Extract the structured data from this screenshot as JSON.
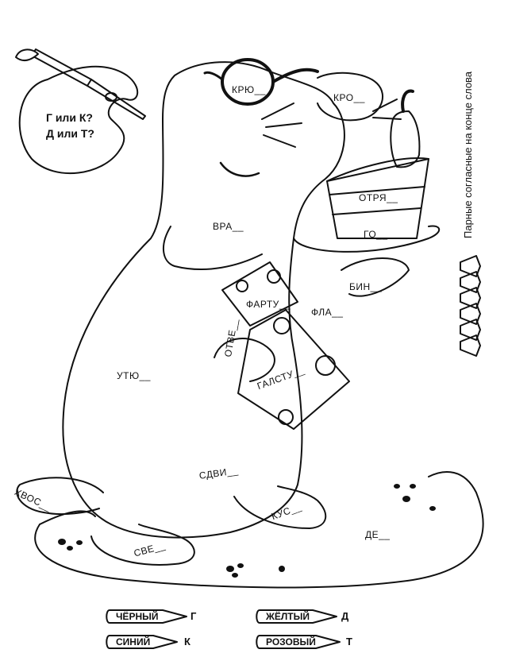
{
  "question": {
    "line1": "Г или К?",
    "line2": "Д или Т?"
  },
  "side_title": "Парные согласные на конце слова",
  "words": {
    "kryu": "КРЮ__",
    "kro": "КРО__",
    "otrya": "ОТРЯ__",
    "go": "ГО__",
    "vra": "ВРА__",
    "bin": "БИН__",
    "fartu": "ФАРТУ__",
    "fla": "ФЛА__",
    "otve": "ОТВЕ__",
    "galstu": "ГАЛСТУ__",
    "utyu": "УТЮ__",
    "sdvi": "СДВИ__",
    "hvos": "ХВОС__",
    "kus": "КУС__",
    "de": "ДЕ__",
    "sve": "СВЕ__"
  },
  "legend": [
    {
      "color_name": "ЧЁРНЫЙ",
      "letter": "Г"
    },
    {
      "color_name": "ЖЁЛТЫЙ",
      "letter": "Д"
    },
    {
      "color_name": "СИНИЙ",
      "letter": "К"
    },
    {
      "color_name": "РОЗОВЫЙ",
      "letter": "Т"
    }
  ]
}
